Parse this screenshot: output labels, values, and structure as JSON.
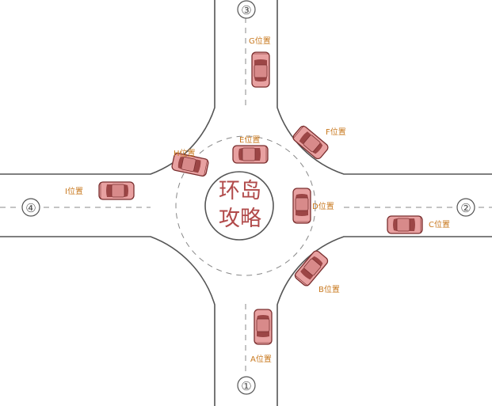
{
  "center_title": [
    "环岛",
    "攻略"
  ],
  "roads": [
    {
      "id": "road-1",
      "label": "①"
    },
    {
      "id": "road-2",
      "label": "②"
    },
    {
      "id": "road-3",
      "label": "③"
    },
    {
      "id": "road-4",
      "label": "④"
    }
  ],
  "positions": [
    {
      "id": "A",
      "label": "A位置"
    },
    {
      "id": "B",
      "label": "B位置"
    },
    {
      "id": "C",
      "label": "C位置"
    },
    {
      "id": "D",
      "label": "D位置"
    },
    {
      "id": "E",
      "label": "E位置"
    },
    {
      "id": "F",
      "label": "F位置"
    },
    {
      "id": "G",
      "label": "G位置"
    },
    {
      "id": "H",
      "label": "H位置"
    },
    {
      "id": "I",
      "label": "I位置"
    }
  ],
  "colors": {
    "road_edge": "#555555",
    "car_fill": "#e8a1a1",
    "car_outline": "#7a2f2f",
    "label_text": "#c8781e",
    "center_text": "#b14a4a"
  }
}
